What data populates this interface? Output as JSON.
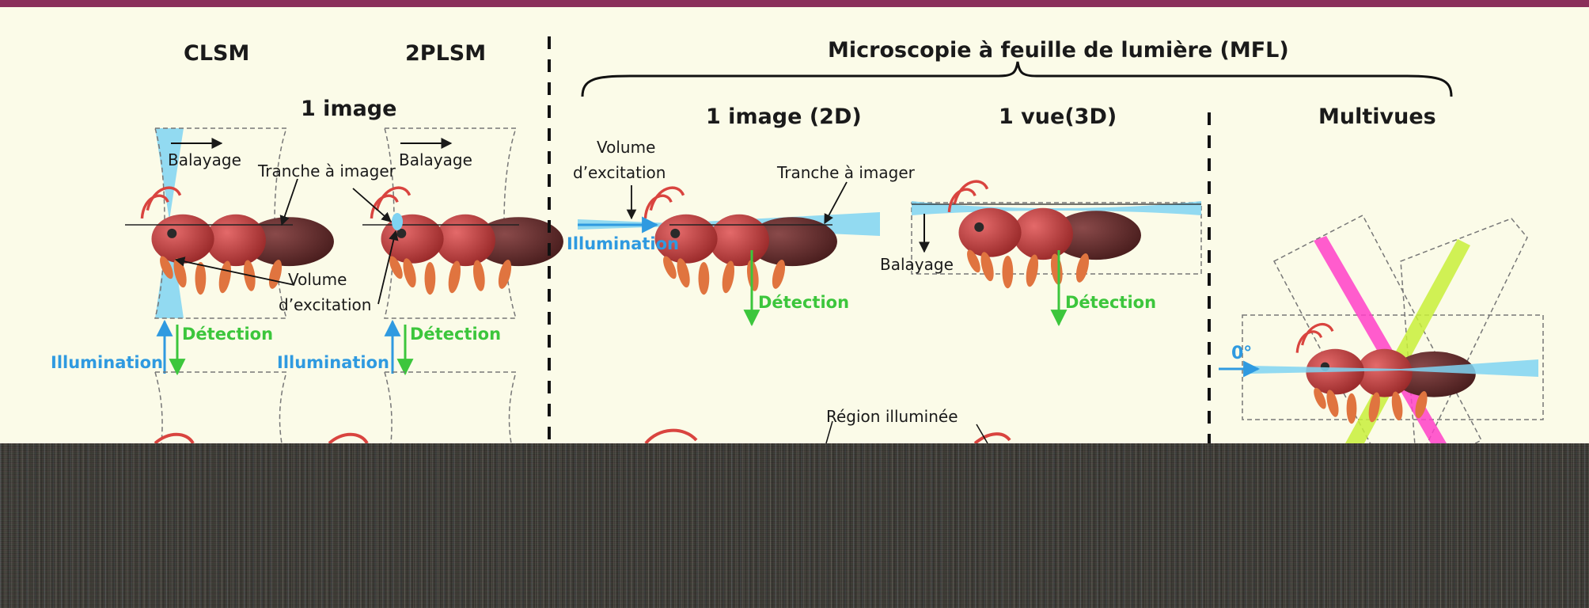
{
  "panels": {
    "clsm": "CLSM",
    "twoplsm": "2PLSM",
    "one_image": "1 image",
    "mfl": "Microscopie à feuille de lumière (MFL)",
    "mfl_2d": "1 image (2D)",
    "mfl_3d": "1 vue(3D)",
    "multiview": "Multivues"
  },
  "labels": {
    "balayage": "Balayage",
    "tranche": "Tranche à imager",
    "volume": "Volume",
    "excitation": "d’excitation",
    "illumination": "Illumination",
    "detection": "Détection",
    "region": "Région illuminée",
    "angle": "0°"
  },
  "colors": {
    "illumination": "#2f9ae0",
    "detection": "#3cc63c",
    "light_sheet": "#7fd3f2",
    "magenta_beam": "#ff3fc8",
    "yellow_beam": "#c8ef3a",
    "header_bar": "#8a2f5a"
  }
}
